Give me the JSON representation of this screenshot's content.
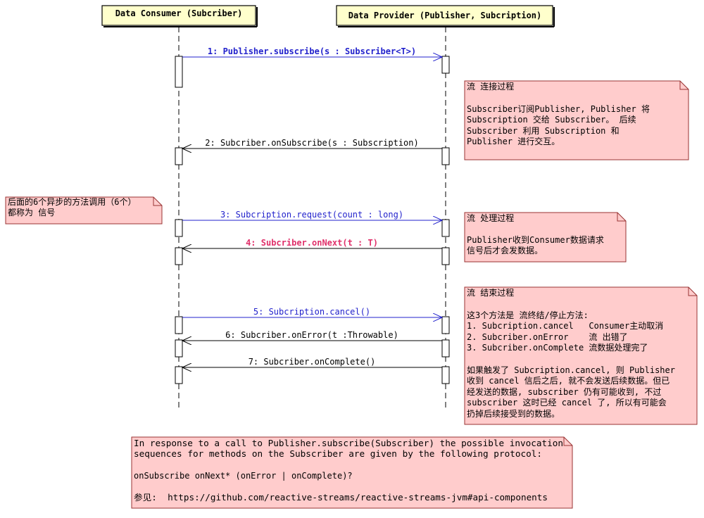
{
  "participants": {
    "consumer": "Data Consumer (Subcriber)",
    "provider": "Data Provider (Publisher, Subcription)"
  },
  "messages": [
    {
      "text": "1: Publisher.subscribe(s : Subscriber<T>)",
      "color": "#2222cc",
      "bold": true
    },
    {
      "text": "2: Subcriber.onSubscribe(s : Subscription)",
      "color": "#000000",
      "bold": false
    },
    {
      "text": "3: Subcription.request(count : long)",
      "color": "#2222cc",
      "bold": false
    },
    {
      "text": "4: Subcriber.onNext(t : T)",
      "color": "#e0306a",
      "bold": true
    },
    {
      "text": "5: Subcription.cancel()",
      "color": "#2222cc",
      "bold": false
    },
    {
      "text": "6: Subcriber.onError(t :Throwable)",
      "color": "#000000",
      "bold": false
    },
    {
      "text": "7: Subcriber.onComplete()",
      "color": "#000000",
      "bold": false
    }
  ],
  "notes": {
    "connect": [
      "流 连接过程",
      "",
      "Subscriber订阅Publisher, Publisher 将",
      "Subscription 交给 Subscriber。 后续",
      "Subscriber 利用 Subscription 和",
      "Publisher 进行交互。"
    ],
    "signals": [
      "后面的6个异步的方法调用（6个）",
      "都称为 信号"
    ],
    "process": [
      "流 处理过程",
      "",
      "Publisher收到Consumer数据请求",
      "信号后才会发数据。"
    ],
    "end": [
      "流 结束过程",
      "",
      "这3个方法是 流终结/停止方法:",
      "1. Subcription.cancel   Consumer主动取消",
      "2. Subcriber.onError    流 出错了",
      "3. Subcriber.onComplete 流数据处理完了",
      "",
      "如果触发了 Subcription.cancel, 则 Publisher",
      "收到 cancel 信后之后, 就不会发送后续数据。但已",
      "经发送的数据, subscriber 仍有可能收到, 不过",
      "subscriber 这时已经 cancel 了, 所以有可能会",
      "扔掉后续接受到的数据。"
    ],
    "protocol": [
      "In response to a call to Publisher.subscribe(Subscriber) the possible invocation",
      "sequences for methods on the Subscriber are given by the following protocol:",
      "",
      "onSubscribe onNext* (onError | onComplete)?",
      "",
      "参见:  https://github.com/reactive-streams/reactive-streams-jvm#api-components"
    ]
  },
  "colors": {
    "participant_fill": "#ffffcc",
    "note_fill": "#ffcccc",
    "note_border": "#993333",
    "sync_arrow": "#2222cc",
    "async_arrow": "#000000"
  }
}
